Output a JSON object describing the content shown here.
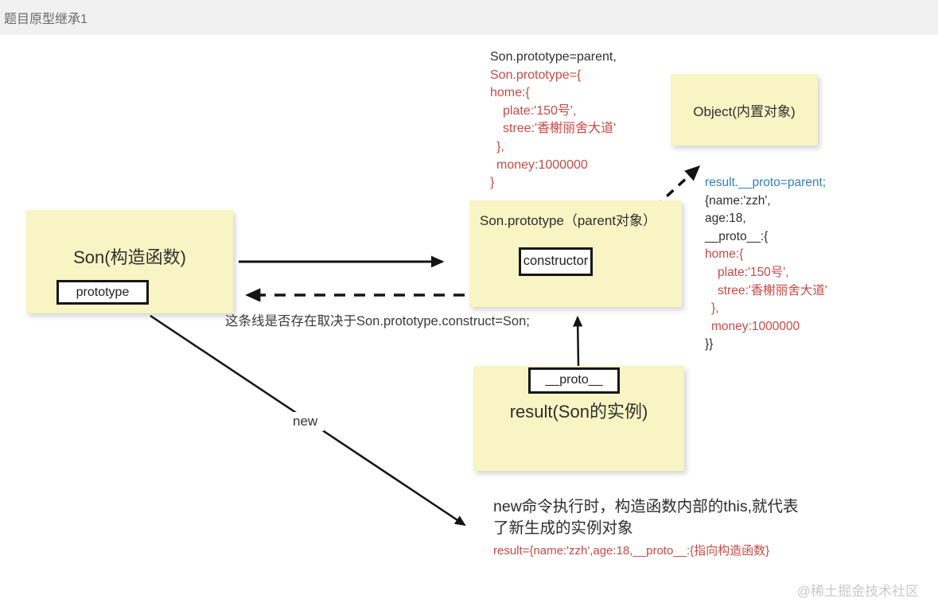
{
  "header": {
    "title": "题目原型继承1"
  },
  "nodes": {
    "son": {
      "title": "Son(构造函数)",
      "slot": "prototype"
    },
    "son_prototype": {
      "title": "Son.prototype（parent对象）",
      "slot": "constructor"
    },
    "object_builtin": {
      "title": "Object(内置对象)"
    },
    "result": {
      "title": "result(Son的实例)",
      "slot": "__proto__"
    }
  },
  "code_top": {
    "lines": [
      {
        "text": "Son.prototype=parent,",
        "color": "black",
        "indent": 0
      },
      {
        "text": "Son.prototype={",
        "color": "red",
        "indent": 0
      },
      {
        "text": "home:{",
        "color": "red",
        "indent": 0
      },
      {
        "text": "plate:'150号',",
        "color": "red",
        "indent": 2
      },
      {
        "text": "stree:'香榭丽舍大道'",
        "color": "red",
        "indent": 2
      },
      {
        "text": "},",
        "color": "red",
        "indent": 1
      },
      {
        "text": "money:1000000",
        "color": "red",
        "indent": 1
      },
      {
        "text": "}",
        "color": "red",
        "indent": 0
      }
    ]
  },
  "code_right": {
    "lines": [
      {
        "text": "result.__proto=parent;",
        "color": "blue",
        "indent": 0
      },
      {
        "text": "{name:'zzh',",
        "color": "black",
        "indent": 0
      },
      {
        "text": "age:18,",
        "color": "black",
        "indent": 0
      },
      {
        "text": "__proto__:{",
        "color": "black",
        "indent": 0
      },
      {
        "text": "home:{",
        "color": "red",
        "indent": 0
      },
      {
        "text": "plate:'150号',",
        "color": "red",
        "indent": 2
      },
      {
        "text": "stree:'香榭丽舍大道'",
        "color": "red",
        "indent": 2
      },
      {
        "text": "},",
        "color": "red",
        "indent": 1
      },
      {
        "text": "money:1000000",
        "color": "red",
        "indent": 1
      },
      {
        "text": "}}",
        "color": "black",
        "indent": 0
      }
    ]
  },
  "annotations": {
    "dashed_line_note": "这条线是否存在取决于Son.prototype.construct=Son;",
    "new_arrow_label": "new",
    "bottom_note_line1": "new命令执行时，构造函数内部的this,就代表",
    "bottom_note_line2": "了新生成的实例对象",
    "bottom_note_code": "result={name:'zzh',age:18,__proto__:{指向构造函数}"
  },
  "watermark": {
    "text": "@稀土掘金技术社区"
  },
  "colors": {
    "accent_red": "#c84a44",
    "accent_blue": "#2f80bf",
    "ink": "#2f2f2f",
    "sticky_yellow": "#f8f4c3",
    "header_bg": "#f1f1f1",
    "header_text": "#6a6a6a",
    "watermark_gray": "#c9c9c9"
  }
}
